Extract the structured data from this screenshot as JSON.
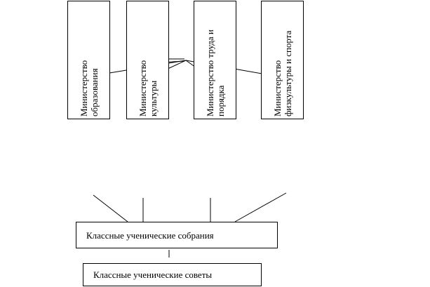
{
  "ministries": [
    {
      "line1": "Министерство",
      "line2": "образования"
    },
    {
      "line1": "Министерство",
      "line2": "культуры"
    },
    {
      "line1": "Министерство труда и",
      "line2": "порядка"
    },
    {
      "line1": "Министерство",
      "line2": "физкультуры и спорта"
    }
  ],
  "assemblies": {
    "label": "Классные ученические собрания"
  },
  "councils": {
    "label": "Классные ученические советы"
  },
  "colors": {
    "stroke": "#000000",
    "background": "#ffffff"
  }
}
